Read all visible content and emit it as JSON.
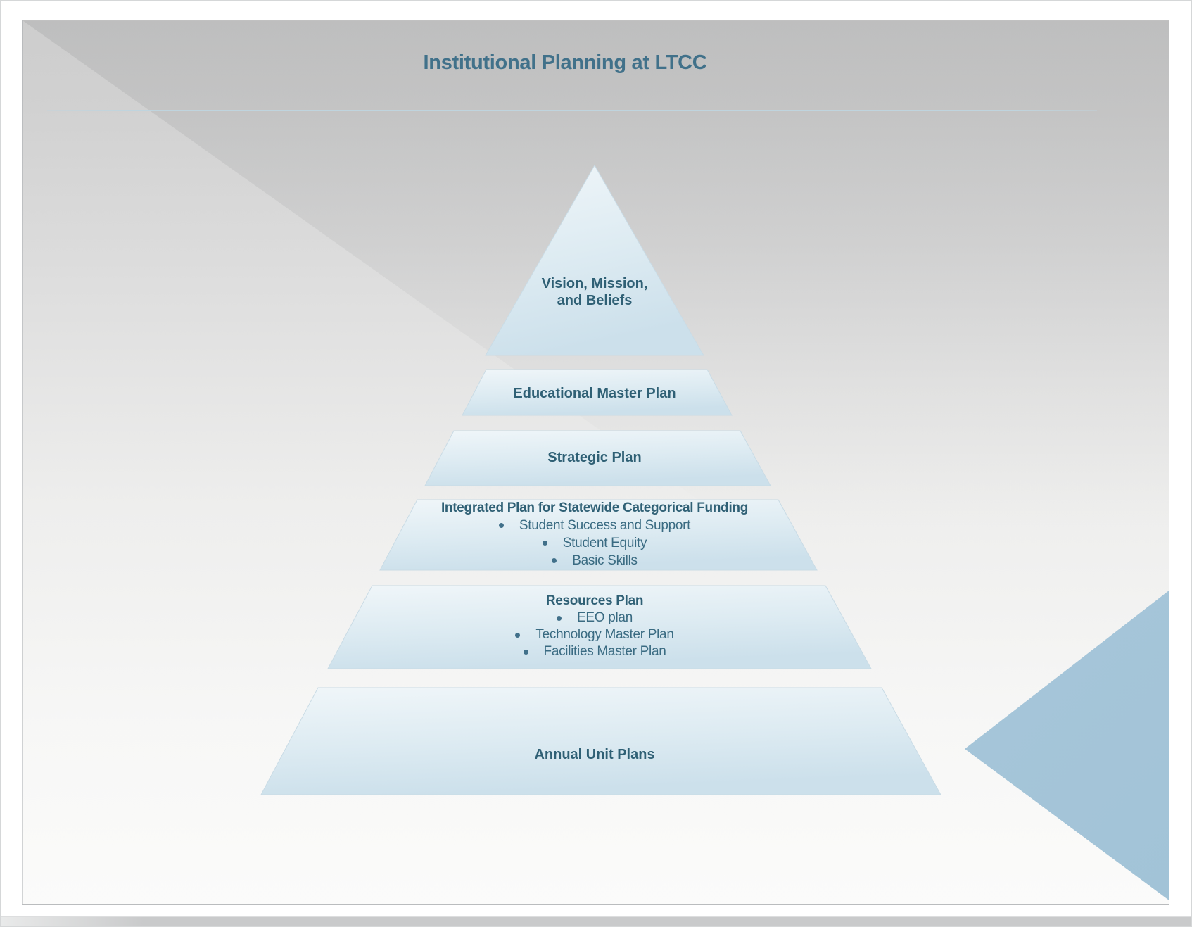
{
  "title": "Institutional Planning at LTCC",
  "pyramid": {
    "levels": [
      {
        "title": "Vision, Mission, and Beliefs",
        "lines": [
          "Vision, Mission,",
          "and Beliefs"
        ],
        "bullets": []
      },
      {
        "title": "Educational Master Plan",
        "bullets": []
      },
      {
        "title": "Strategic Plan",
        "bullets": []
      },
      {
        "title": "Integrated Plan for Statewide Categorical Funding",
        "bullets": [
          "Student Success and Support",
          "Student Equity",
          "Basic Skills"
        ]
      },
      {
        "title": "Resources Plan",
        "bullets": [
          "EEO plan",
          "Technology Master Plan",
          "Facilities Master Plan"
        ]
      },
      {
        "title": "Annual Unit Plans",
        "bullets": []
      }
    ]
  },
  "colors": {
    "title_text": "#41718a",
    "level_text": "#2f6075",
    "bullet_text": "#3a6b82",
    "shape_fill_top": "#eef5f8",
    "shape_fill_bottom": "#cee2ec",
    "shape_stroke": "#c9dbe5",
    "accent_triangle": "#aac9dc",
    "underline": "#bfd4de",
    "background_top": "#cdcdcd",
    "background_bottom": "#fbfbfa"
  }
}
